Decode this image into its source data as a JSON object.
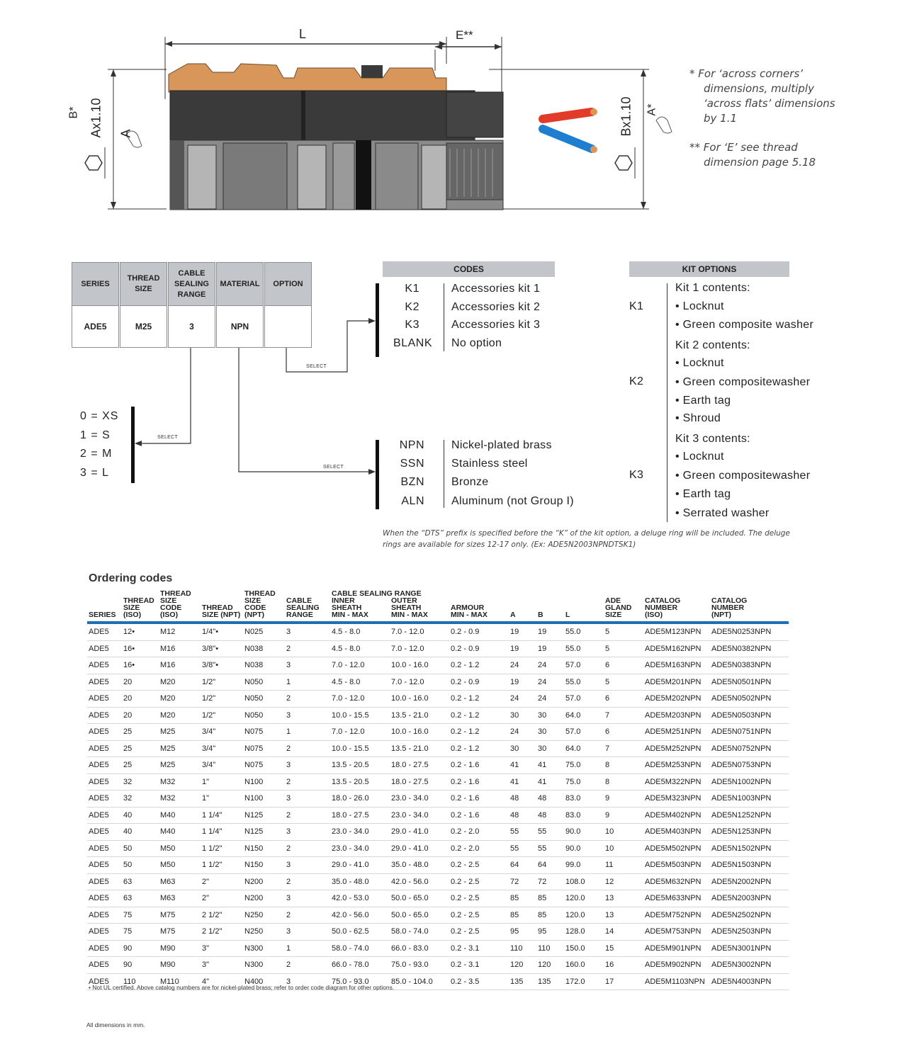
{
  "diagram": {
    "dim_L": "L",
    "dim_E": "E**",
    "dim_B_star": "B*",
    "dim_Ax": "Ax1.10",
    "dim_A_circ": "A",
    "dim_Bx": "Bx1.10",
    "dim_A_star": "A*",
    "note1": "* For ‘across corners’ dimensions, multiply ‘across flats’ dimensions by 1.1",
    "note1_lines": [
      "* For ‘across corners’",
      "dimensions, multiply",
      "‘across flats’ dimensions",
      "by 1.1"
    ],
    "note2_lines": [
      "** For ‘E’ see thread",
      "dimension page 5.18"
    ],
    "colors": {
      "body": "#3a3a3a",
      "brass": "#d9965a",
      "seal": "#8a8a8a",
      "wire_red": "#e33b2a",
      "wire_blue": "#1e7fd0"
    }
  },
  "order_code": {
    "headers": [
      "SERIES",
      "THREAD\nSIZE",
      "CABLE\nSEALING\nRANGE",
      "MATERIAL",
      "OPTION"
    ],
    "values": [
      "ADE5",
      "M25",
      "3",
      "NPN",
      ""
    ],
    "select_label": "SELECT"
  },
  "range_options": [
    "0 = XS",
    "1 = S",
    "2 = M",
    "3 = L"
  ],
  "codes": {
    "title": "CODES",
    "items": [
      {
        "code": "K1",
        "desc": "Accessories kit 1"
      },
      {
        "code": "K2",
        "desc": "Accessories kit 2"
      },
      {
        "code": "K3",
        "desc": "Accessories kit 3"
      },
      {
        "code": "BLANK",
        "desc": "No option"
      }
    ]
  },
  "materials": [
    {
      "code": "NPN",
      "desc": "Nickel-plated brass"
    },
    {
      "code": "SSN",
      "desc": "Stainless steel"
    },
    {
      "code": "BZN",
      "desc": "Bronze"
    },
    {
      "code": "ALN",
      "desc": "Aluminum (not Group I)"
    }
  ],
  "kit_options": {
    "title": "KIT OPTIONS",
    "kits": [
      {
        "label": "K1",
        "heading": "Kit 1 contents:",
        "items": [
          "Locknut",
          "Green composite washer"
        ]
      },
      {
        "label": "K2",
        "heading": "Kit 2 contents:",
        "items": [
          "Locknut",
          "Green compositewasher",
          "Earth tag",
          "Shroud"
        ]
      },
      {
        "label": "K3",
        "heading": "Kit 3 contents:",
        "items": [
          "Locknut",
          "Green compositewasher",
          "Earth tag",
          "Serrated washer"
        ]
      }
    ],
    "footnote_lines": [
      "When the “DTS” prefix is specified before the “K” of the kit option, a deluge ring will be included. The deluge",
      "rings are available for sizes 12-17 only. (Ex:  ADE5N2003NPNDTSK1)"
    ]
  },
  "ordering": {
    "title": "Ordering codes",
    "group_headers": {
      "thread": "THREAD",
      "cable_sealing": "CABLE SEALING RANGE"
    },
    "columns": [
      "SERIES",
      "THREAD SIZE (ISO)",
      "THREAD SIZE CODE (ISO)",
      "THREAD SIZE (NPT)",
      "THREAD SIZE CODE (NPT)",
      "CABLE SEALING RANGE",
      "INNER SHEATH MIN - MAX",
      "OUTER SHEATH MIN - MAX",
      "ARMOUR MIN - MAX",
      "A",
      "B",
      "L",
      "ADE GLAND SIZE",
      "CATALOG NUMBER (ISO)",
      "CATALOG NUMBER (NPT)"
    ],
    "header_lines": {
      "thread_top": "THREAD",
      "c2": "THREAD\nSIZE\n(ISO)",
      "c3": "SIZE\nCODE\n(ISO)",
      "c4": "THREAD\nSIZE (NPT)",
      "c5": "SIZE\nCODE\n(NPT)",
      "c6": "CABLE\nSEALING\nRANGE",
      "c7": "INNER\nSHEATH\nMIN - MAX",
      "c8": "OUTER\nSHEATH\nMIN - MAX",
      "c9": "ARMOUR\nMIN - MAX",
      "c13": "ADE\nGLAND\nSIZE",
      "c14": "CATALOG\nNUMBER\n(ISO)",
      "c15": "CATALOG\nNUMBER\n(NPT)"
    },
    "rows": [
      [
        "ADE5",
        "12•",
        "M12",
        "1/4\"•",
        "N025",
        "3",
        "4.5 - 8.0",
        "7.0 - 12.0",
        "0.2 - 0.9",
        "19",
        "19",
        "55.0",
        "5",
        "ADE5M123NPN",
        "ADE5N0253NPN"
      ],
      [
        "ADE5",
        "16•",
        "M16",
        "3/8\"•",
        "N038",
        "2",
        "4.5 - 8.0",
        "7.0 - 12.0",
        "0.2 - 0.9",
        "19",
        "19",
        "55.0",
        "5",
        "ADE5M162NPN",
        "ADE5N0382NPN"
      ],
      [
        "ADE5",
        "16•",
        "M16",
        "3/8\"•",
        "N038",
        "3",
        "7.0 - 12.0",
        "10.0 - 16.0",
        "0.2 - 1.2",
        "24",
        "24",
        "57.0",
        "6",
        "ADE5M163NPN",
        "ADE5N0383NPN"
      ],
      [
        "ADE5",
        "20",
        "M20",
        "1/2\"",
        "N050",
        "1",
        "4.5 - 8.0",
        "7.0 - 12.0",
        "0.2 - 0.9",
        "19",
        "24",
        "55.0",
        "5",
        "ADE5M201NPN",
        "ADE5N0501NPN"
      ],
      [
        "ADE5",
        "20",
        "M20",
        "1/2\"",
        "N050",
        "2",
        "7.0 - 12.0",
        "10.0 - 16.0",
        "0.2 - 1.2",
        "24",
        "24",
        "57.0",
        "6",
        "ADE5M202NPN",
        "ADE5N0502NPN"
      ],
      [
        "ADE5",
        "20",
        "M20",
        "1/2\"",
        "N050",
        "3",
        "10.0 - 15.5",
        "13.5 - 21.0",
        "0.2 - 1.2",
        "30",
        "30",
        "64.0",
        "7",
        "ADE5M203NPN",
        "ADE5N0503NPN"
      ],
      [
        "ADE5",
        "25",
        "M25",
        "3/4\"",
        "N075",
        "1",
        "7.0 - 12.0",
        "10.0 - 16.0",
        "0.2 - 1.2",
        "24",
        "30",
        "57.0",
        "6",
        "ADE5M251NPN",
        "ADE5N0751NPN"
      ],
      [
        "ADE5",
        "25",
        "M25",
        "3/4\"",
        "N075",
        "2",
        "10.0 - 15.5",
        "13.5 - 21.0",
        "0.2 - 1.2",
        "30",
        "30",
        "64.0",
        "7",
        "ADE5M252NPN",
        "ADE5N0752NPN"
      ],
      [
        "ADE5",
        "25",
        "M25",
        "3/4\"",
        "N075",
        "3",
        "13.5 - 20.5",
        "18.0 - 27.5",
        "0.2 - 1.6",
        "41",
        "41",
        "75.0",
        "8",
        "ADE5M253NPN",
        "ADE5N0753NPN"
      ],
      [
        "ADE5",
        "32",
        "M32",
        "1\"",
        "N100",
        "2",
        "13.5 - 20.5",
        "18.0 - 27.5",
        "0.2 - 1.6",
        "41",
        "41",
        "75.0",
        "8",
        "ADE5M322NPN",
        "ADE5N1002NPN"
      ],
      [
        "ADE5",
        "32",
        "M32",
        "1\"",
        "N100",
        "3",
        "18.0 - 26.0",
        "23.0 - 34.0",
        "0.2 - 1.6",
        "48",
        "48",
        "83.0",
        "9",
        "ADE5M323NPN",
        "ADE5N1003NPN"
      ],
      [
        "ADE5",
        "40",
        "M40",
        "1 1/4\"",
        "N125",
        "2",
        "18.0 - 27.5",
        "23.0 - 34.0",
        "0.2 - 1.6",
        "48",
        "48",
        "83.0",
        "9",
        "ADE5M402NPN",
        "ADE5N1252NPN"
      ],
      [
        "ADE5",
        "40",
        "M40",
        "1 1/4\"",
        "N125",
        "3",
        "23.0 - 34.0",
        "29.0 - 41.0",
        "0.2 - 2.0",
        "55",
        "55",
        "90.0",
        "10",
        "ADE5M403NPN",
        "ADE5N1253NPN"
      ],
      [
        "ADE5",
        "50",
        "M50",
        "1 1/2\"",
        "N150",
        "2",
        "23.0 - 34.0",
        "29.0 - 41.0",
        "0.2 - 2.0",
        "55",
        "55",
        "90.0",
        "10",
        "ADE5M502NPN",
        "ADE5N1502NPN"
      ],
      [
        "ADE5",
        "50",
        "M50",
        "1 1/2\"",
        "N150",
        "3",
        "29.0 - 41.0",
        "35.0 - 48.0",
        "0.2 - 2.5",
        "64",
        "64",
        "99.0",
        "11",
        "ADE5M503NPN",
        "ADE5N1503NPN"
      ],
      [
        "ADE5",
        "63",
        "M63",
        "2\"",
        "N200",
        "2",
        "35.0 - 48.0",
        "42.0 - 56.0",
        "0.2 - 2.5",
        "72",
        "72",
        "108.0",
        "12",
        "ADE5M632NPN",
        "ADE5N2002NPN"
      ],
      [
        "ADE5",
        "63",
        "M63",
        "2\"",
        "N200",
        "3",
        "42.0 - 53.0",
        "50.0 - 65.0",
        "0.2 - 2.5",
        "85",
        "85",
        "120.0",
        "13",
        "ADE5M633NPN",
        "ADE5N2003NPN"
      ],
      [
        "ADE5",
        "75",
        "M75",
        "2 1/2\"",
        "N250",
        "2",
        "42.0 - 56.0",
        "50.0 - 65.0",
        "0.2 - 2.5",
        "85",
        "85",
        "120.0",
        "13",
        "ADE5M752NPN",
        "ADE5N2502NPN"
      ],
      [
        "ADE5",
        "75",
        "M75",
        "2 1/2\"",
        "N250",
        "3",
        "50.0 - 62.5",
        "58.0 - 74.0",
        "0.2 - 2.5",
        "95",
        "95",
        "128.0",
        "14",
        "ADE5M753NPN",
        "ADE5N2503NPN"
      ],
      [
        "ADE5",
        "90",
        "M90",
        "3\"",
        "N300",
        "1",
        "58.0 - 74.0",
        "66.0 - 83.0",
        "0.2 - 3.1",
        "110",
        "110",
        "150.0",
        "15",
        "ADE5M901NPN",
        "ADE5N3001NPN"
      ],
      [
        "ADE5",
        "90",
        "M90",
        "3\"",
        "N300",
        "2",
        "66.0 - 78.0",
        "75.0 - 93.0",
        "0.2 - 3.1",
        "120",
        "120",
        "160.0",
        "16",
        "ADE5M902NPN",
        "ADE5N3002NPN"
      ],
      [
        "ADE5",
        "110",
        "M110",
        "4\"",
        "N400",
        "3",
        "75.0 - 93.0",
        "85.0 - 104.0",
        "0.2 - 3.5",
        "135",
        "135",
        "172.0",
        "17",
        "ADE5M1103NPN",
        "ADE5N4003NPN"
      ]
    ],
    "footnote": "• Not UL certified. Above catalog numbers are for nickel-plated brass; refer to order code diagram for other options.",
    "dimensions_note": "All dimensions in mm."
  }
}
